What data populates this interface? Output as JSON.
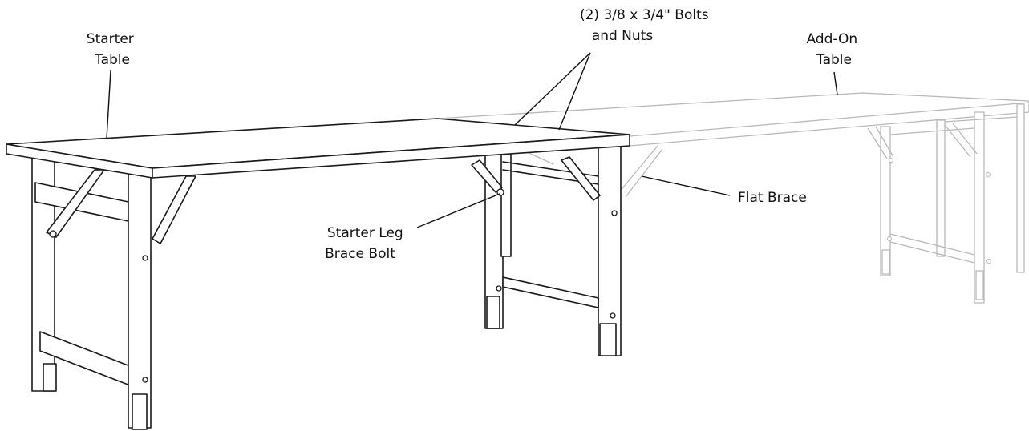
{
  "labels": {
    "starter_table": [
      "Starter",
      "Table"
    ],
    "bolts_and_nuts": [
      "(2) 3/8 x 3/4\" Bolts",
      "and Nuts"
    ],
    "add_on_table": [
      "Add-On",
      "Table"
    ],
    "flat_brace": [
      "Flat Brace"
    ],
    "starter_leg_brace_bolt": [
      "Starter Leg",
      "Brace Bolt"
    ]
  },
  "colors": {
    "starter_table_lines": "#1a1a1a",
    "add_on_table_lines": "#b9b9b9",
    "label_text": "#111111"
  }
}
